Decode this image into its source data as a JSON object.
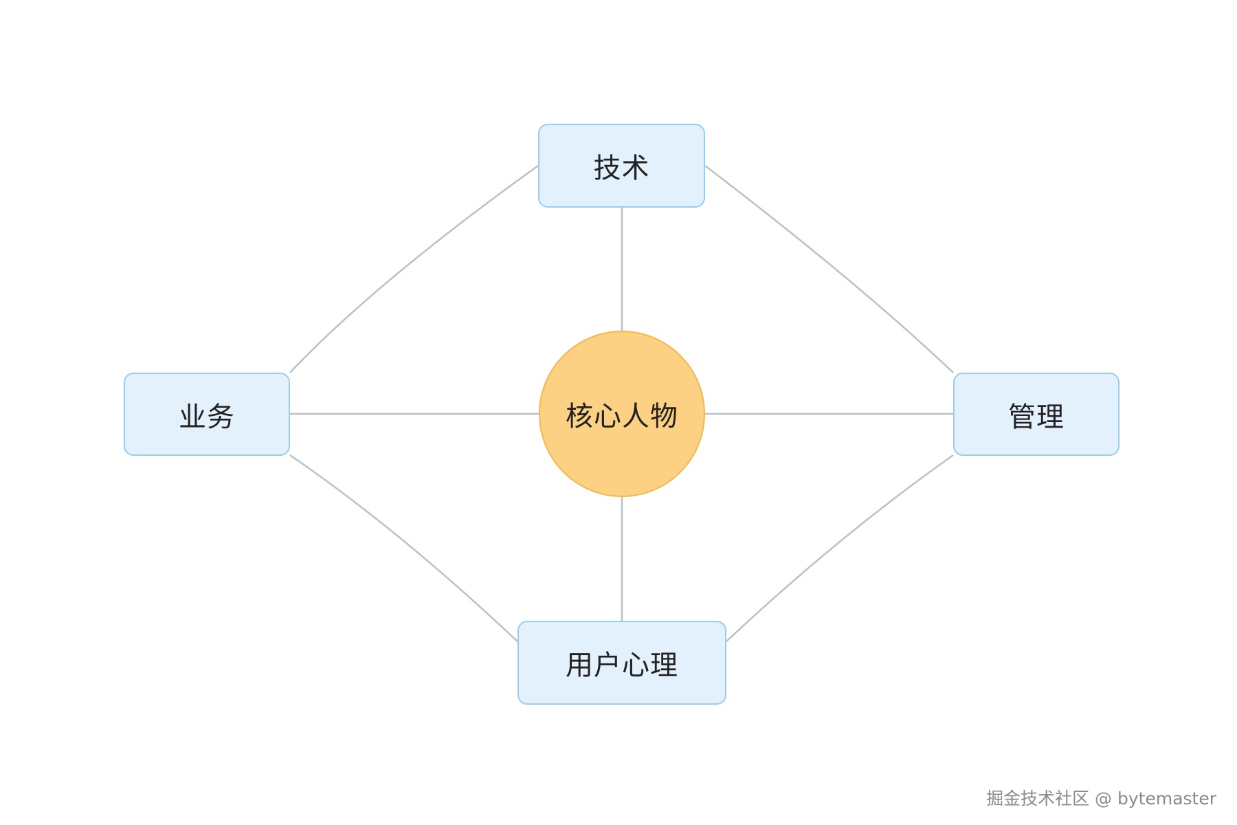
{
  "nodes": {
    "center": "核心人物",
    "top": "技术",
    "left": "业务",
    "right": "管理",
    "bottom": "用户心理"
  },
  "colors": {
    "box_fill": "#e3f1fd",
    "box_border": "#98cdf0",
    "center_fill": "#fdd184",
    "center_border": "#f2b84b",
    "edge": "#b8c2c8"
  },
  "watermark": "掘金技术社区 @ bytemaster"
}
